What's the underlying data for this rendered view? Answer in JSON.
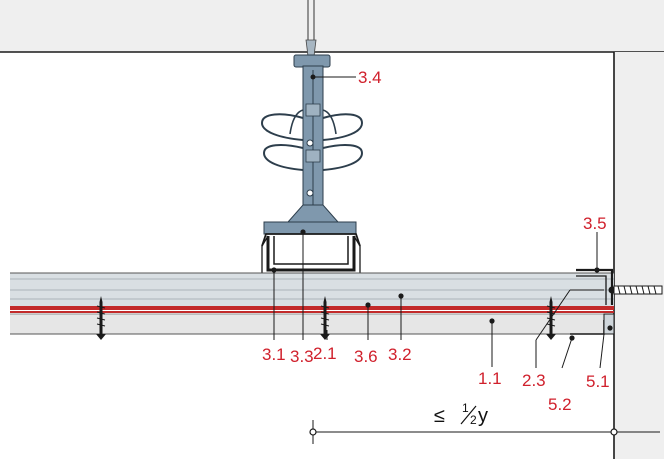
{
  "colors": {
    "label_red": "#d0202c",
    "metal_blue": "#7f98ad",
    "board_grey": "#d9dfe3",
    "slab_grey": "#efefef",
    "line_dark": "#1a1a1a"
  },
  "callouts": {
    "c_3_4": "3.4",
    "c_3_5": "3.5",
    "c_3_1": "3.1",
    "c_3_3": "3.3",
    "c_2_1": "2.1",
    "c_3_6": "3.6",
    "c_3_2": "3.2",
    "c_1_1": "1.1",
    "c_2_3": "2.3",
    "c_5_2": "5.2",
    "c_5_1": "5.1"
  },
  "dimension": {
    "prefix": "≤ ",
    "numerator": "1",
    "denominator": "2",
    "suffix": " y"
  }
}
